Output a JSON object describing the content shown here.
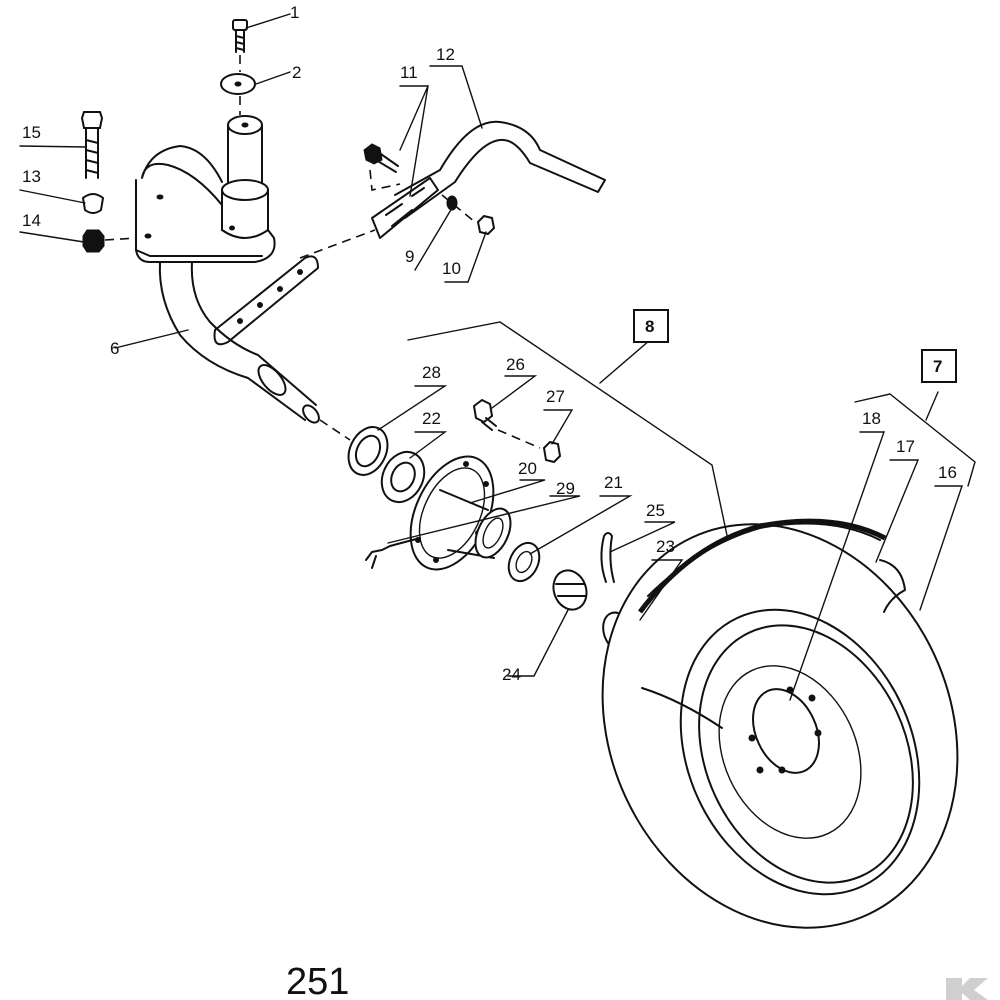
{
  "diagram": {
    "page_number": "251",
    "part_numbers": {
      "p1": "1",
      "p2": "2",
      "p6": "6",
      "p9": "9",
      "p10": "10",
      "p11": "11",
      "p12": "12",
      "p13": "13",
      "p14": "14",
      "p15": "15",
      "p16": "16",
      "p17": "17",
      "p18": "18",
      "p20": "20",
      "p21": "21",
      "p22": "22",
      "p23": "23",
      "p24": "24",
      "p25": "25",
      "p26": "26",
      "p27": "27",
      "p28": "28",
      "p29": "29"
    },
    "assembly_numbers": {
      "a7": "7",
      "a8": "8"
    },
    "logo": "K"
  }
}
